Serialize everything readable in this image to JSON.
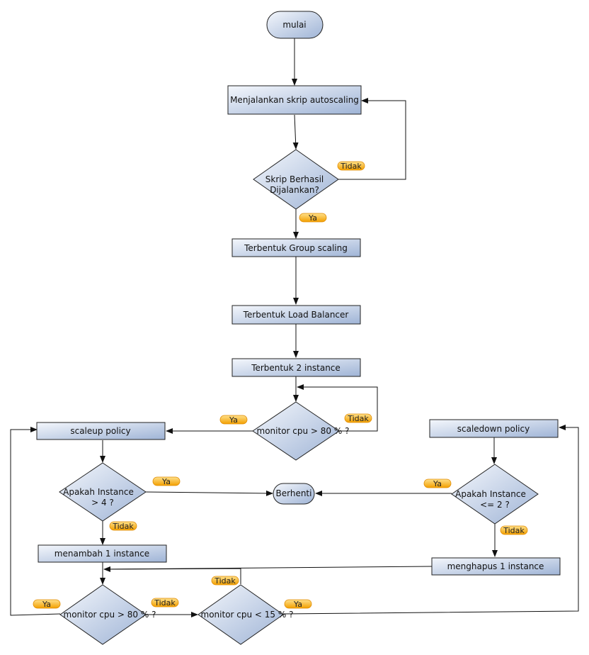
{
  "nodes": {
    "start": "mulai",
    "run_script": "Menjalankan skrip autoscaling",
    "script_ok_line1": "Skrip Berhasil",
    "script_ok_line2": "Dijalankan?",
    "group_scaling": "Terbentuk Group scaling",
    "load_balancer": "Terbentuk Load Balancer",
    "two_instance": "Terbentuk 2 instance",
    "monitor_top": "monitor cpu > 80 % ?",
    "scaleup": "scaleup policy",
    "scaledown": "scaledown policy",
    "check_up_line1": "Apakah Instance",
    "check_up_line2": "> 4 ?",
    "stop": "Berhenti",
    "check_down_line1": "Apakah Instance",
    "check_down_line2": "<= 2 ?",
    "add_instance": "menambah 1 instance",
    "remove_instance": "menghapus 1 instance",
    "monitor_high": "monitor cpu > 80 % ?",
    "monitor_low": "monitor cpu < 15 % ?"
  },
  "labels": {
    "yes": "Ya",
    "no": "Tidak"
  },
  "colors": {
    "node_fill_light": "#f4f7fc",
    "node_fill_dark": "#9fb4d6",
    "badge_light": "#ffd25a",
    "badge_dark": "#f3a000"
  }
}
